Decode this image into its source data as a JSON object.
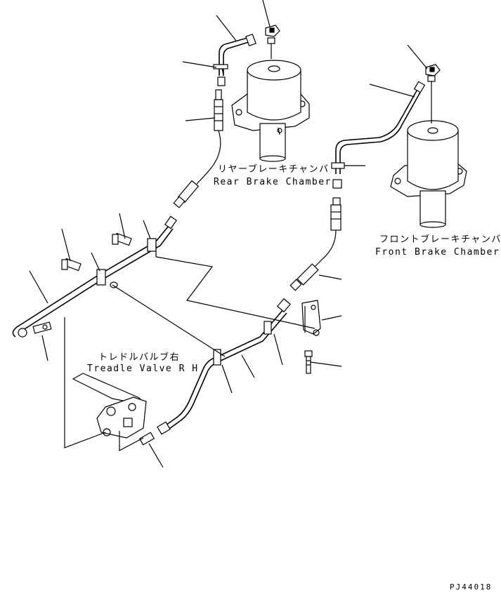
{
  "labels": {
    "rear_jp": "リヤーブレーキチャンバ",
    "rear_en": "Rear Brake Chamber",
    "front_jp": "フロントブレーキチャンバ",
    "front_en": "Front Brake Chamber",
    "treadle_jp": "トレドルバルブ右",
    "treadle_en": "Treadle Valve R H"
  },
  "reference_code": "PJ44018"
}
